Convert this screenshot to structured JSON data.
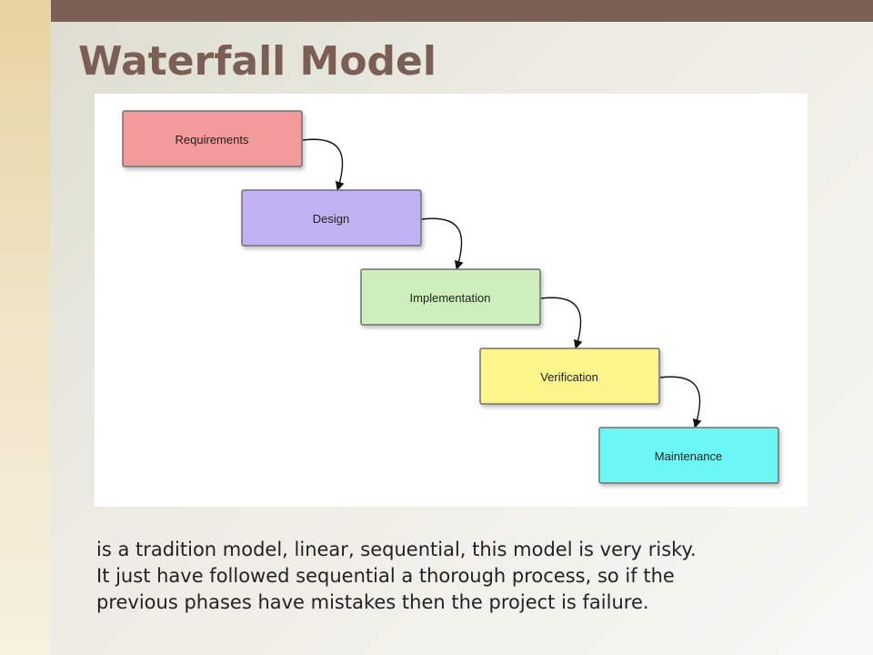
{
  "slide": {
    "title": "Waterfall Model",
    "description_lines": [
      "is a tradition model, linear, sequential, this model is very risky.",
      "It just have followed sequential a thorough process, so if the",
      "previous phases have mistakes then the project is failure."
    ]
  },
  "diagram": {
    "steps": [
      {
        "label": "Requirements",
        "color": "#f29b9d"
      },
      {
        "label": "Design",
        "color": "#c1b1f3"
      },
      {
        "label": "Implementation",
        "color": "#cdeebb"
      },
      {
        "label": "Verification",
        "color": "#fbf58a"
      },
      {
        "label": "Maintenance",
        "color": "#6cf6f4"
      }
    ]
  },
  "colors": {
    "title": "#7b5f55",
    "top_bar": "#7b5f55",
    "box_border": "#707070"
  }
}
